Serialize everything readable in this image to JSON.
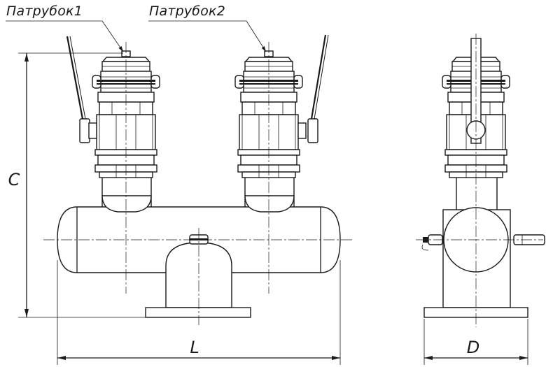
{
  "labels": {
    "nozzle_1": "Патрубок1",
    "nozzle_2": "Патрубок2"
  },
  "dimensions": {
    "height": "C",
    "length": "L",
    "depth": "D"
  }
}
